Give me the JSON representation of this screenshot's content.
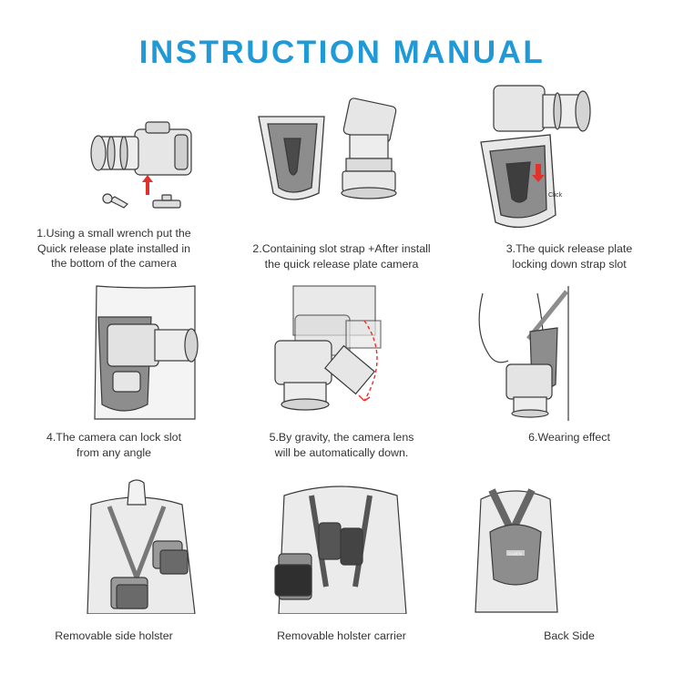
{
  "header": {
    "title": "INSTRUCTION MANUAL"
  },
  "steps": [
    {
      "lines": [
        "1.Using a small wrench put the",
        "Quick release plate installed in",
        "the bottom of the camera"
      ]
    },
    {
      "lines": [
        "2.Containing slot strap +After install",
        "the quick release plate camera"
      ]
    },
    {
      "lines": [
        "3.The quick release plate",
        "locking down strap slot"
      ],
      "annotation": "Click"
    },
    {
      "lines": [
        "4.The camera can lock slot",
        "from any angle"
      ]
    },
    {
      "lines": [
        "5.By gravity, the camera lens",
        "will be automatically down."
      ]
    },
    {
      "lines": [
        "6.Wearing effect"
      ]
    }
  ],
  "views": [
    {
      "label": "Removable side holster"
    },
    {
      "label": "Removable holster carrier"
    },
    {
      "label": "Back Side",
      "print": "CADEN"
    }
  ],
  "colors": {
    "accent": "#1f9ad6",
    "arrow": "#e0322b",
    "holster": "#8d8d8d",
    "line": "#3a3a3a"
  }
}
